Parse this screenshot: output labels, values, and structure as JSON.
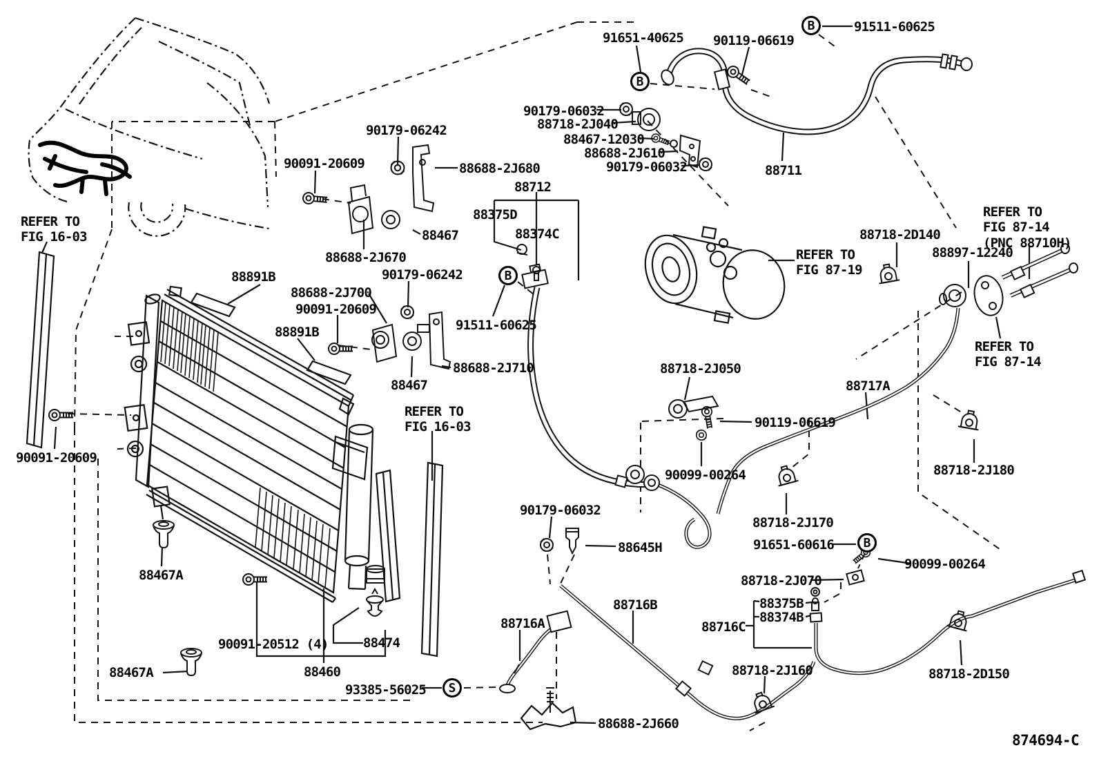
{
  "diagram": {
    "figure_number": "874694-C",
    "type": "parts-diagram"
  },
  "callouts": {
    "b1": "B",
    "b2": "B",
    "b3": "B",
    "b4": "B",
    "s1": "S"
  },
  "labels": [
    {
      "text": "91651-40625"
    },
    {
      "text": "90119-06619"
    },
    {
      "text": "91511-60625"
    },
    {
      "text": "90179-06032"
    },
    {
      "text": "88718-2J040"
    },
    {
      "text": "88467-12030"
    },
    {
      "text": "88688-2J610"
    },
    {
      "text": "90179-06032"
    },
    {
      "text": "88711"
    },
    {
      "text": "88712"
    },
    {
      "text": "90091-20609"
    },
    {
      "text": "90179-06242"
    },
    {
      "text": "88688-2J680"
    },
    {
      "text": "88688-2J670"
    },
    {
      "text": "88467"
    },
    {
      "text": "REFER TO\nFIG 16-03"
    },
    {
      "text": "88891B"
    },
    {
      "text": "88688-2J700"
    },
    {
      "text": "90091-20609"
    },
    {
      "text": "88891B"
    },
    {
      "text": "90179-06242"
    },
    {
      "text": "88467"
    },
    {
      "text": "88688-2J710"
    },
    {
      "text": "91511-60625"
    },
    {
      "text": "88375D"
    },
    {
      "text": "88374C"
    },
    {
      "text": "REFER TO\nFIG 16-03"
    },
    {
      "text": "90091-20609"
    },
    {
      "text": "88467A"
    },
    {
      "text": "88467A"
    },
    {
      "text": "90091-20512 (4)"
    },
    {
      "text": "88460"
    },
    {
      "text": "88474"
    },
    {
      "text": "93385-56025"
    },
    {
      "text": "88688-2J660"
    },
    {
      "text": "REFER TO\nFIG 87-19"
    },
    {
      "text": "88718-2D140"
    },
    {
      "text": "88897-12240"
    },
    {
      "text": "REFER TO\nFIG 87-14\n(PNC 88710H)"
    },
    {
      "text": "REFER TO\nFIG 87-14"
    },
    {
      "text": "88718-2J050"
    },
    {
      "text": "90119-06619"
    },
    {
      "text": "90099-00264"
    },
    {
      "text": "88717A"
    },
    {
      "text": "88718-2J180"
    },
    {
      "text": "88718-2J170"
    },
    {
      "text": "91651-60616"
    },
    {
      "text": "90099-00264"
    },
    {
      "text": "88718-2J070"
    },
    {
      "text": "88375B"
    },
    {
      "text": "88374B"
    },
    {
      "text": "88716C"
    },
    {
      "text": "90179-06032"
    },
    {
      "text": "88645H"
    },
    {
      "text": "88716B"
    },
    {
      "text": "88716A"
    },
    {
      "text": "88718-2J160"
    },
    {
      "text": "88718-2D150"
    }
  ]
}
